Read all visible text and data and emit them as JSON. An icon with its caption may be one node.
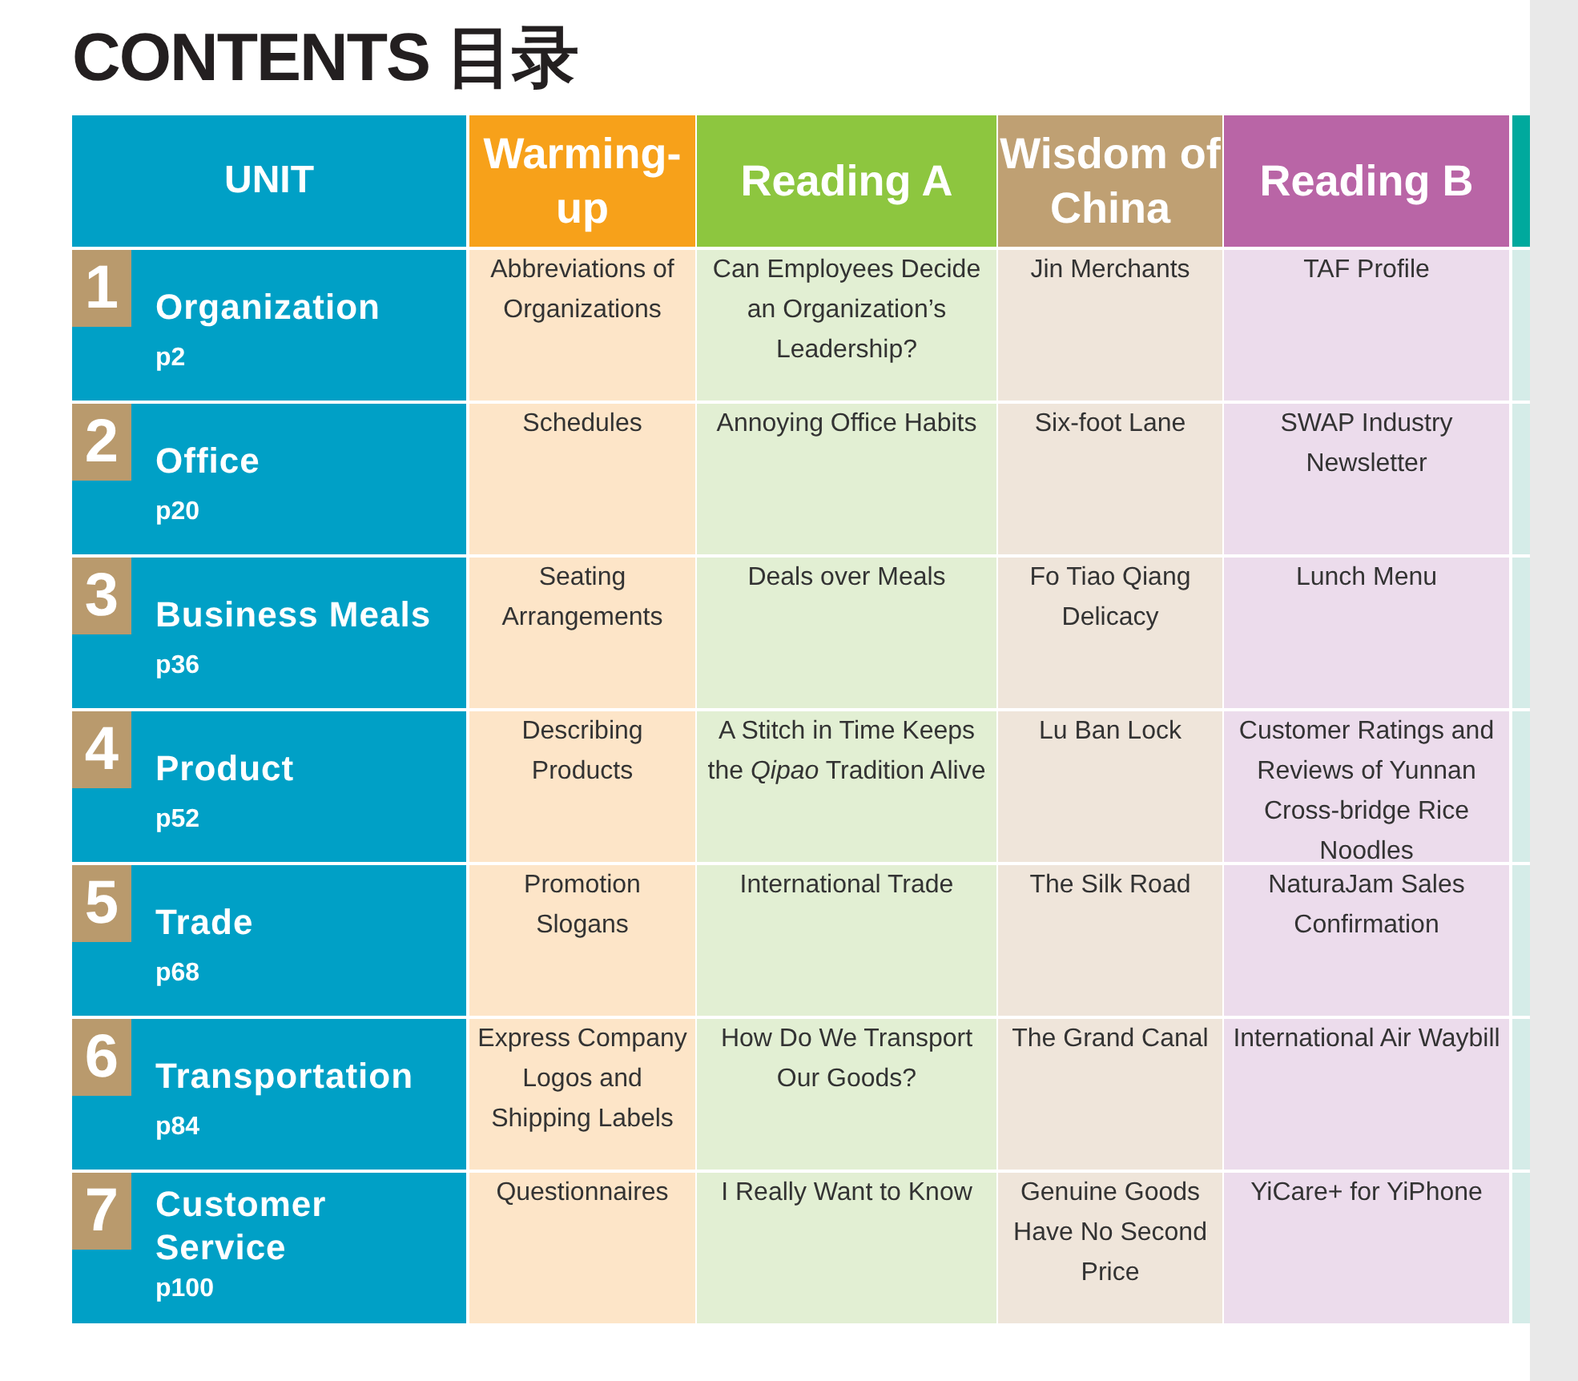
{
  "diagram": {
    "title": "CONTENTS 目录",
    "labels": [
      "UNIT",
      "Warming-up",
      "Reading A",
      "Wisdom of China",
      "Reading B",
      "1",
      "Organization",
      "p2",
      "Abbreviations of Organizations",
      "Can Employees Decide an Organization’s Leadership?",
      "Jin Merchants",
      "TAF Profile",
      "2",
      "Office",
      "p20",
      "Schedules",
      "Annoying Office Habits",
      "Six-foot Lane",
      "SWAP Industry Newsletter",
      "3",
      "Business Meals",
      "p36",
      "Seating Arrangements",
      "Deals over Meals",
      "Fo Tiao Qiang Delicacy",
      "Lunch Menu",
      "4",
      "Product",
      "p52",
      "Describing Products",
      "A Stitch in Time Keeps the *Qipao* Tradition Alive",
      "Lu Ban Lock",
      "Customer Ratings and Reviews of Yunnan Cross-bridge Rice Noodles",
      "5",
      "Trade",
      "p68",
      "Promotion Slogans",
      "International Trade",
      "The Silk Road",
      "NaturaJam Sales Confirmation",
      "6",
      "Transportation",
      "p84",
      "Express Company Logos and Shipping Labels",
      "How Do We Transport Our Goods?",
      "The Grand Canal",
      "International Air Waybill",
      "7",
      "Customer Service",
      "p100",
      "Questionnaires",
      "I Really Want to Know",
      "Genuine Goods Have No Second Price",
      "YiCare+ for YiPhone"
    ]
  }
}
